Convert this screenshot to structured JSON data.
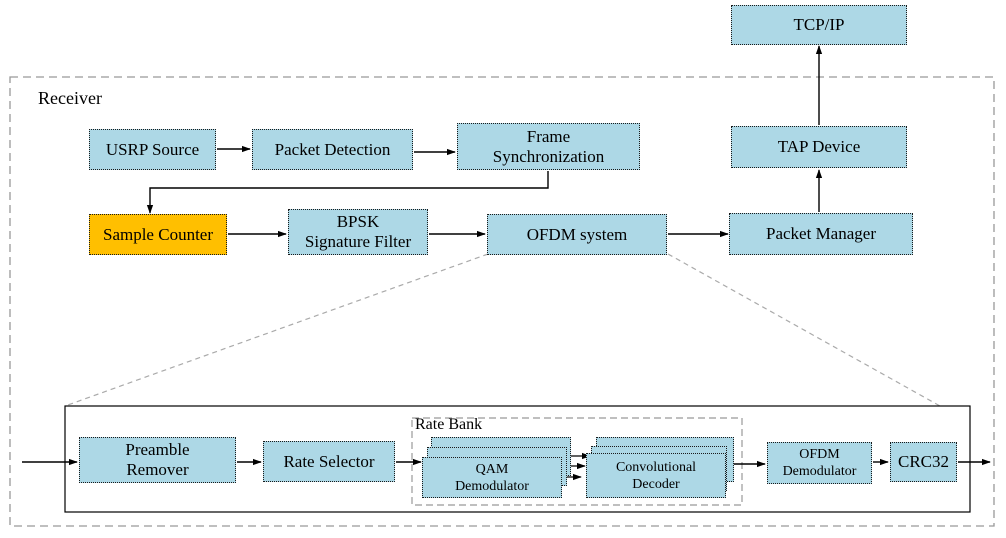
{
  "diagram": {
    "receiver_label": "Receiver",
    "rate_bank_label": "Rate Bank",
    "blocks": {
      "tcpip": "TCP/IP",
      "tap_device": "TAP Device",
      "packet_manager": "Packet Manager",
      "usrp_source": "USRP Source",
      "packet_detection": "Packet Detection",
      "frame_sync": "Frame\nSynchronization",
      "sample_counter": "Sample Counter",
      "bpsk_filter": "BPSK\nSignature Filter",
      "ofdm_system": "OFDM system",
      "preamble_remover": "Preamble\nRemover",
      "rate_selector": "Rate Selector",
      "qam_demod": "QAM\nDemodulator",
      "conv_decoder": "Convolutional\nDecoder",
      "ofdm_demod": "OFDM\nDemodulator",
      "crc32": "CRC32"
    },
    "colors": {
      "block_fill": "#add8e6",
      "highlight_fill": "#ffbf00",
      "dashed_border": "#999999"
    }
  }
}
